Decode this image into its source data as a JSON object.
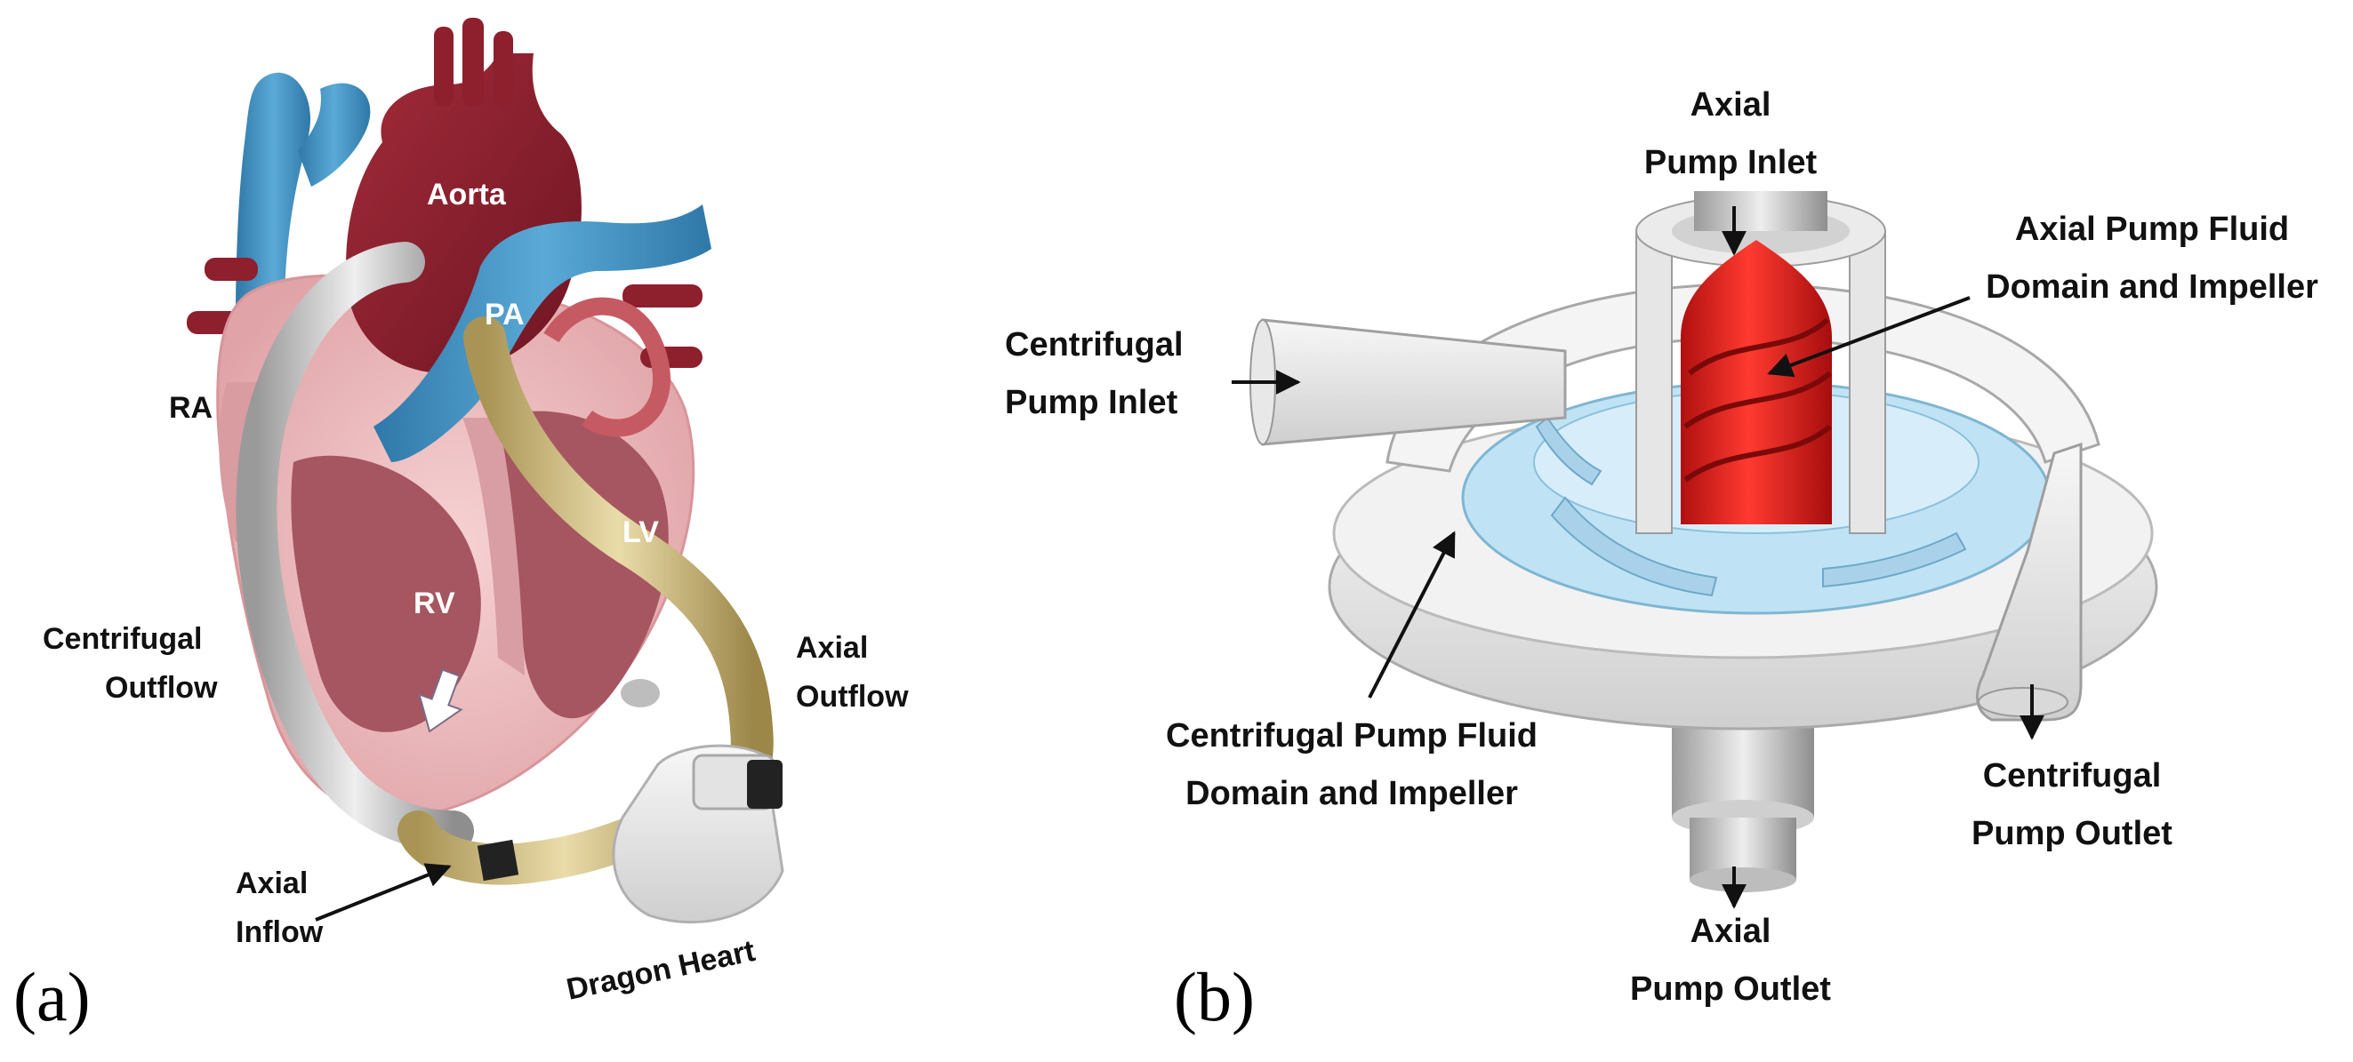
{
  "panels": {
    "a": {
      "letter": "(a)",
      "labels": {
        "aorta": "Aorta",
        "pa": "PA",
        "ra": "RA",
        "lv": "LV",
        "rv": "RV",
        "centrifugal_outflow_1": "Centrifugal",
        "centrifugal_outflow_2": "Outflow",
        "axial_outflow_1": "Axial",
        "axial_outflow_2": "Outflow",
        "axial_inflow_1": "Axial",
        "axial_inflow_2": "Inflow",
        "device": "Dragon Heart"
      }
    },
    "b": {
      "letter": "(b)",
      "labels": {
        "axial_pump_inlet_1": "Axial",
        "axial_pump_inlet_2": "Pump Inlet",
        "axial_fluid_1": "Axial Pump Fluid",
        "axial_fluid_2": "Domain and Impeller",
        "centrifugal_inlet_1": "Centrifugal",
        "centrifugal_inlet_2": "Pump Inlet",
        "centrifugal_fluid_1": "Centrifugal Pump Fluid",
        "centrifugal_fluid_2": "Domain and Impeller",
        "centrifugal_outlet_1": "Centrifugal",
        "centrifugal_outlet_2": "Pump Outlet",
        "axial_outlet_1": "Axial",
        "axial_outlet_2": "Pump Outlet"
      }
    }
  },
  "colors": {
    "aorta": "#8e1f2d",
    "vein_blue": "#3f8fbf",
    "heart_pink": "#e9b3b6",
    "chamber": "#a65660",
    "graft_gray": "#d6d6d6",
    "graft_tan": "#d6c48f",
    "pump_body": "#ececec",
    "impeller_red": "#e52421",
    "fluid_blue": "#bfe3f5"
  }
}
